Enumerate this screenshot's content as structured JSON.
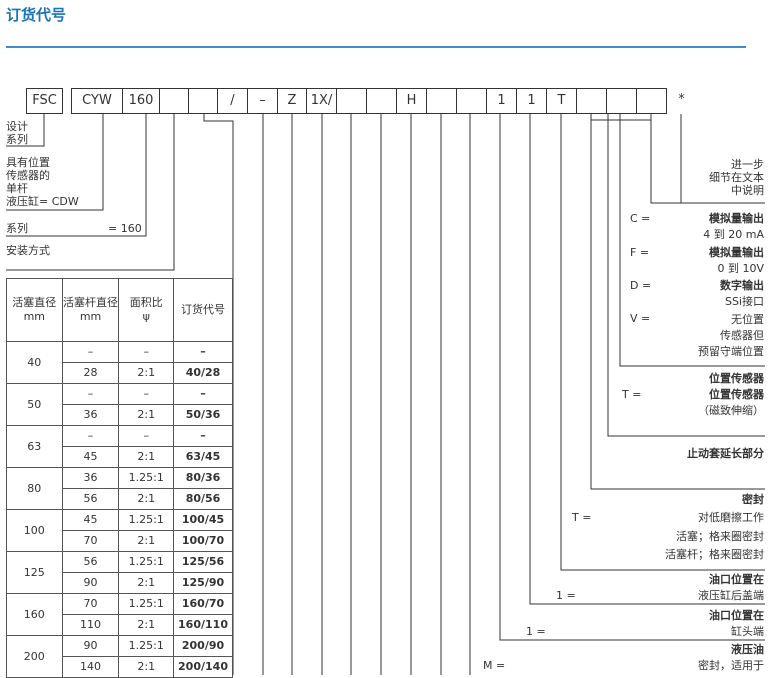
{
  "title": "订货代号",
  "code_cells": [
    "FSC",
    "CYW",
    "160",
    "",
    "",
    "/",
    "–",
    "Z",
    "1X/",
    "",
    "",
    "H",
    "",
    "",
    "1",
    "1",
    "T",
    "",
    "",
    "",
    "*"
  ],
  "left_labels": {
    "design": "设计\n系列",
    "cdw": "具有位置\n传感器的\n单杆\n液压缸= CDW",
    "series": "系列",
    "series_value": "= 160",
    "mounting": "安装方式"
  },
  "table": {
    "headers": [
      "活塞直径\nmm",
      "活塞杆直径\nmm",
      "面积比\nψ",
      "订货代号"
    ],
    "groups": [
      {
        "piston": "40",
        "rows": [
          [
            "–",
            "–",
            "–"
          ],
          [
            "28",
            "2:1",
            "40/28"
          ]
        ]
      },
      {
        "piston": "50",
        "rows": [
          [
            "–",
            "–",
            "–"
          ],
          [
            "36",
            "2:1",
            "50/36"
          ]
        ]
      },
      {
        "piston": "63",
        "rows": [
          [
            "–",
            "–",
            "–"
          ],
          [
            "45",
            "2:1",
            "63/45"
          ]
        ]
      },
      {
        "piston": "80",
        "rows": [
          [
            "36",
            "1.25:1",
            "80/36"
          ],
          [
            "56",
            "2:1",
            "80/56"
          ]
        ]
      },
      {
        "piston": "100",
        "rows": [
          [
            "45",
            "1.25:1",
            "100/45"
          ],
          [
            "70",
            "2:1",
            "100/70"
          ]
        ]
      },
      {
        "piston": "125",
        "rows": [
          [
            "56",
            "1.25:1",
            "125/56"
          ],
          [
            "90",
            "2:1",
            "125/90"
          ]
        ]
      },
      {
        "piston": "160",
        "rows": [
          [
            "70",
            "1.25:1",
            "160/70"
          ],
          [
            "110",
            "2:1",
            "160/110"
          ]
        ]
      },
      {
        "piston": "200",
        "rows": [
          [
            "90",
            "1.25:1",
            "200/90"
          ],
          [
            "140",
            "2:1",
            "200/140"
          ]
        ]
      }
    ]
  },
  "right_labels": {
    "further_detail": "进一步\n细节在文本\n中说明",
    "c_key": "C =",
    "c_title": "模拟量输出",
    "c_desc": "4 到 20 mA",
    "f_key": "F =",
    "f_title": "模拟量输出",
    "f_desc": "0 到 10V",
    "d_key": "D =",
    "d_title": "数字输出",
    "d_desc": "SSi接口",
    "v_key": "V =",
    "v_desc": "无位置\n传感器但\n预留守端位置",
    "sensor_head": "位置传感器",
    "t_key": "T =",
    "t_title": "位置传感器",
    "t_desc": "（磁致伸缩）",
    "stop_sleeve": "止动套延长部分",
    "seal_head": "密封",
    "seal_key": "T =",
    "seal_desc1": "对低磨擦工作",
    "seal_desc2": "活塞；格来圈密封",
    "seal_desc3": "活塞杆；格来圈密封",
    "port1_head": "油口位置在",
    "port1_key": "1 =",
    "port1_desc": "液压缸后盖端",
    "port2_head": "油口位置在",
    "port2_key": "1 =",
    "port2_desc": "缸头端",
    "fluid_head": "液压油",
    "fluid_key": "M =",
    "fluid_desc": "密封，适用于"
  }
}
